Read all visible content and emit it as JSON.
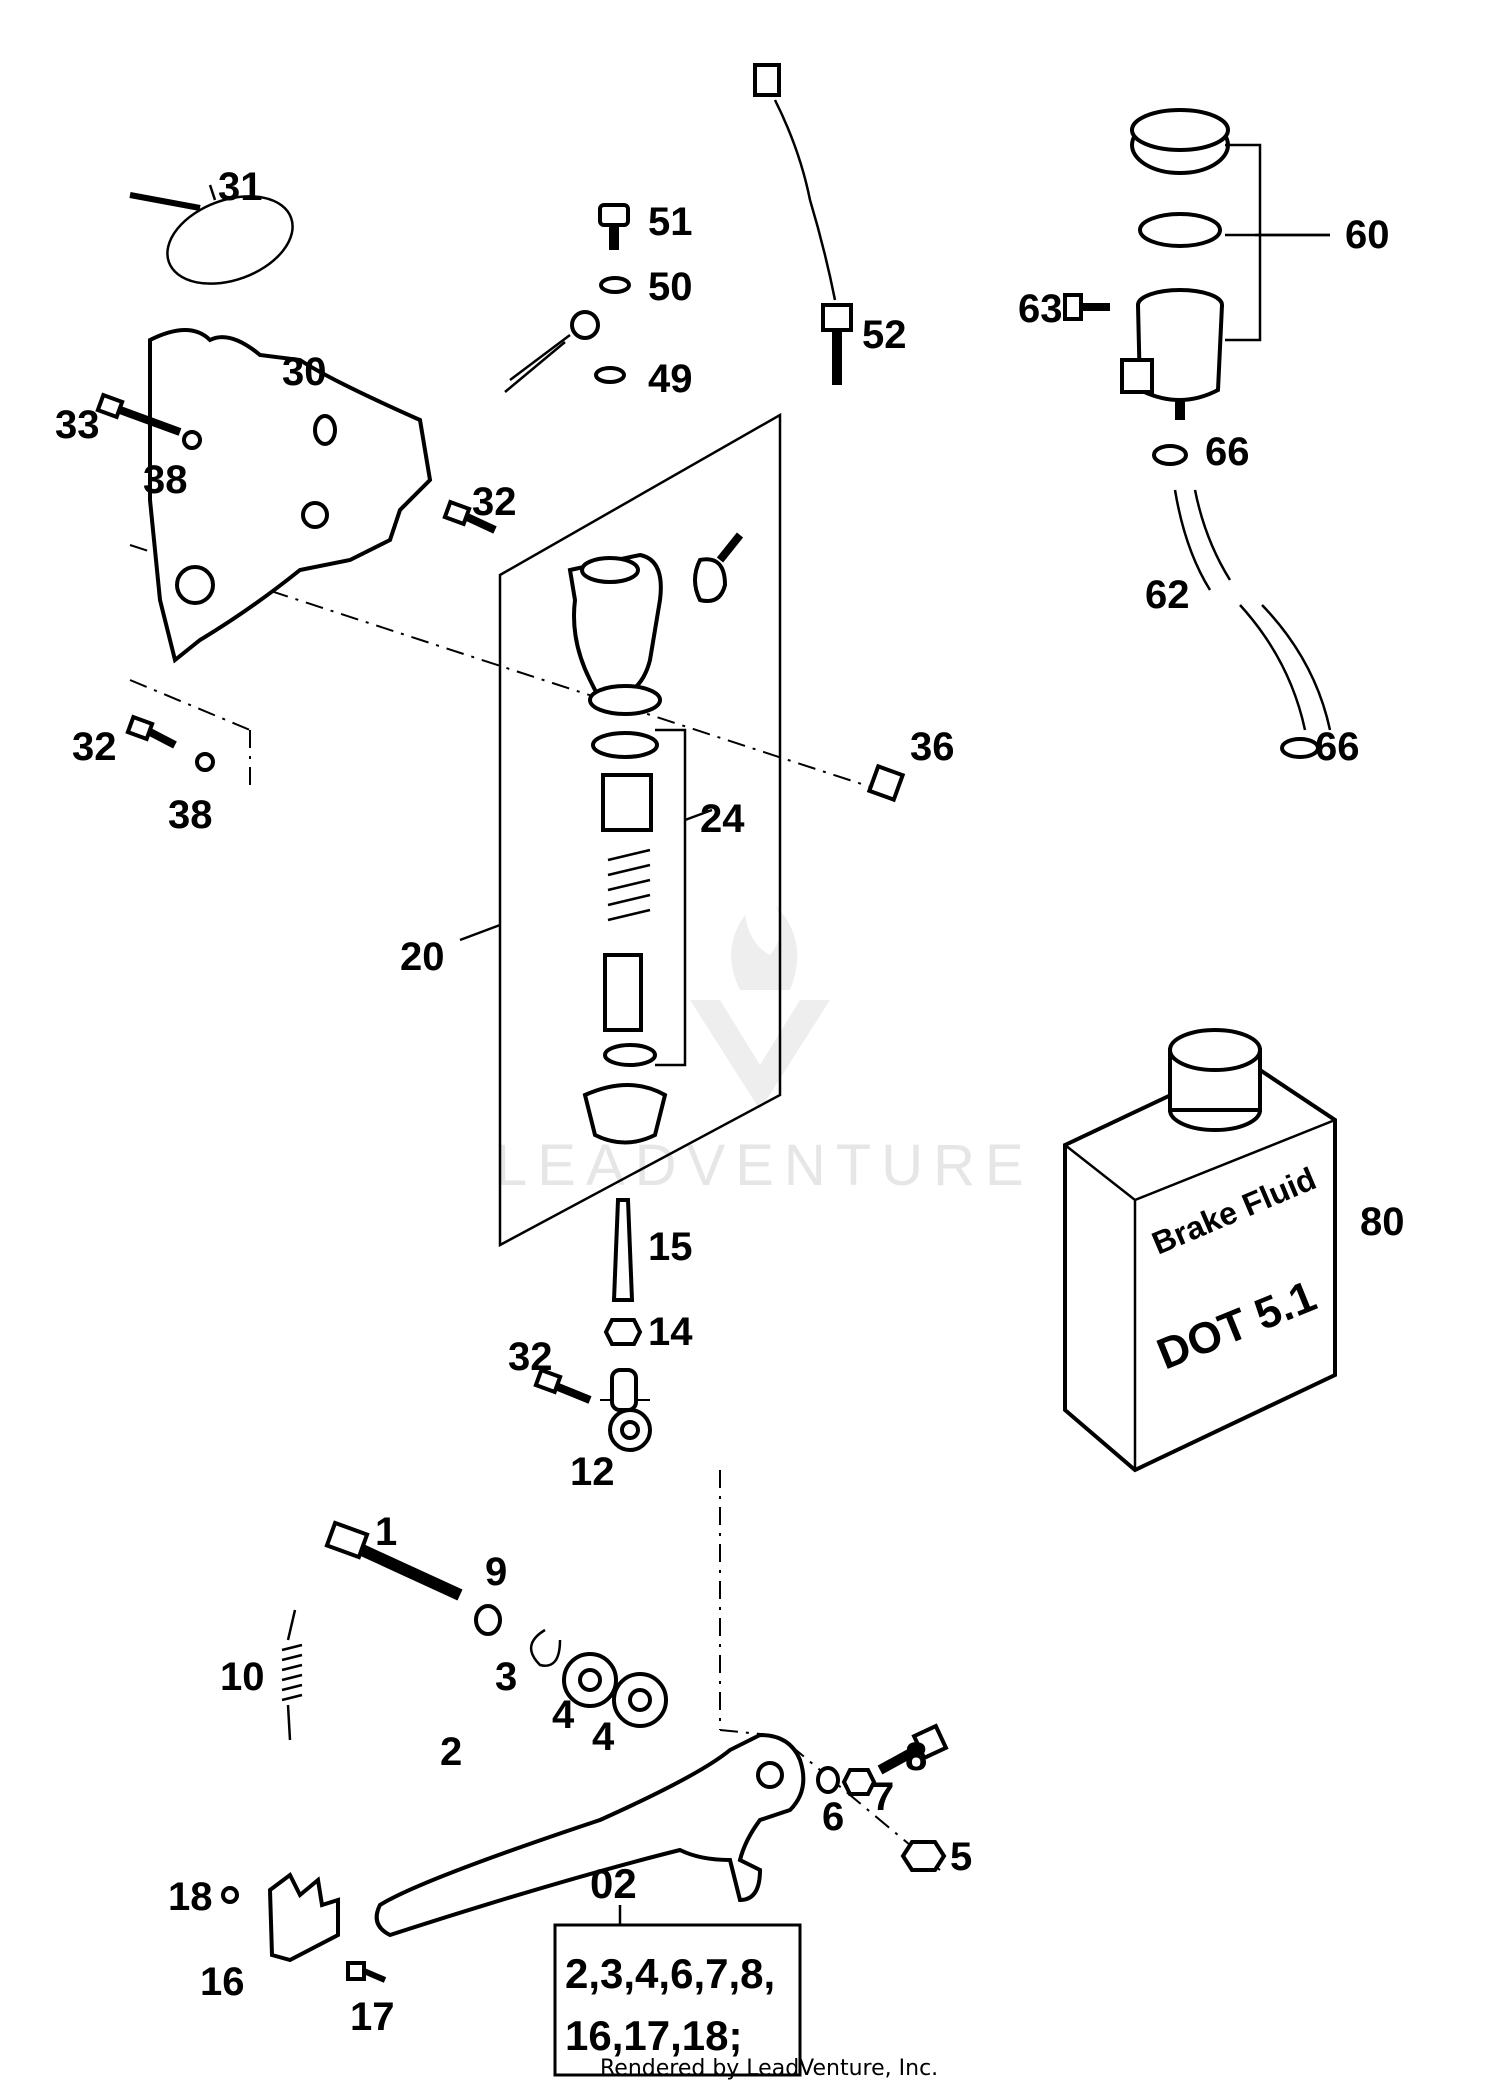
{
  "labels": {
    "p1": "1",
    "p2": "2",
    "p3": "3",
    "p4a": "4",
    "p4b": "4",
    "p5": "5",
    "p6": "6",
    "p7": "7",
    "p8": "8",
    "p9": "9",
    "p10": "10",
    "p12": "12",
    "p14": "14",
    "p15": "15",
    "p16": "16",
    "p17": "17",
    "p18": "18",
    "p20": "20",
    "p24": "24",
    "p30": "30",
    "p31": "31",
    "p32a": "32",
    "p32b": "32",
    "p32c": "32",
    "p33": "33",
    "p36": "36",
    "p38a": "38",
    "p38b": "38",
    "p49": "49",
    "p50": "50",
    "p51": "51",
    "p52": "52",
    "p60": "60",
    "p62": "62",
    "p63": "63",
    "p66a": "66",
    "p66b": "66",
    "p80": "80"
  },
  "kit": {
    "number": "02",
    "line1": "2,3,4,6,7,8,",
    "line2": "16,17,18;"
  },
  "brake_fluid": {
    "line1": "Brake Fluid",
    "line2": "DOT 5.1"
  },
  "watermark": "LEADVENTURE",
  "footer": "Rendered by LeadVenture, Inc."
}
